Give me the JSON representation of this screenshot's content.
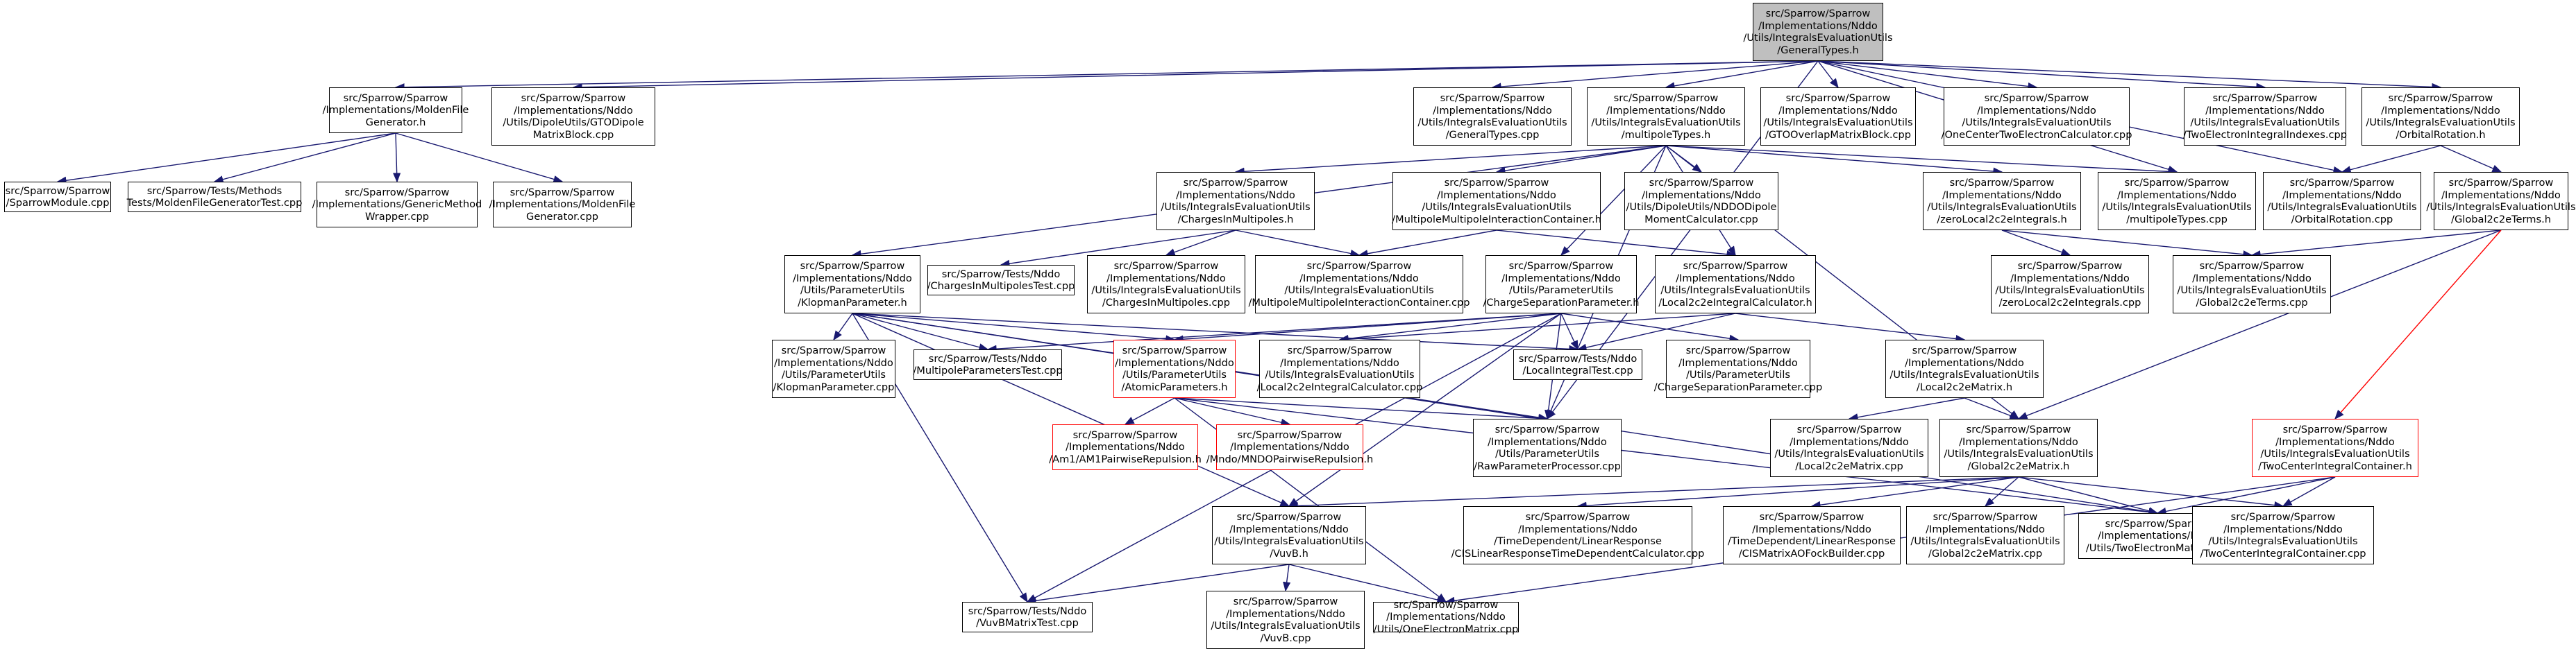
{
  "colors": {
    "node_border": "#000000",
    "red_border": "#ff0000",
    "root_fill": "#bfbfbf",
    "edge": "#191970",
    "background": "#ffffff"
  },
  "nodes": [
    {
      "id": "root",
      "label": "src/Sparrow/Sparrow\n/Implementations/Nddo\n/Utils/IntegralsEvaluationUtils\n/GeneralTypes.h",
      "style": "root"
    },
    {
      "id": "molden_h",
      "label": "src/Sparrow/Sparrow\n/Implementations/MoldenFile\nGenerator.h"
    },
    {
      "id": "sparrowmodule",
      "label": "src/Sparrow/Sparrow\n/SparrowModule.cpp"
    },
    {
      "id": "moldentest",
      "label": "src/Sparrow/Tests/Methods\nTests/MoldenFileGeneratorTest.cpp"
    },
    {
      "id": "genericwrapper",
      "label": "src/Sparrow/Sparrow\n/Implementations/GenericMethod\nWrapper.cpp"
    },
    {
      "id": "molden_cpp",
      "label": "src/Sparrow/Sparrow\n/Implementations/MoldenFile\nGenerator.cpp"
    },
    {
      "id": "gtodipole",
      "label": "src/Sparrow/Sparrow\n/Implementations/Nddo\n/Utils/DipoleUtils/GTODipole\nMatrixBlock.cpp"
    },
    {
      "id": "generaltypes_cpp",
      "label": "src/Sparrow/Sparrow\n/Implementations/Nddo\n/Utils/IntegralsEvaluationUtils\n/GeneralTypes.cpp"
    },
    {
      "id": "multipoletypes_h",
      "label": "src/Sparrow/Sparrow\n/Implementations/Nddo\n/Utils/IntegralsEvaluationUtils\n/multipoleTypes.h"
    },
    {
      "id": "gtooverlap",
      "label": "src/Sparrow/Sparrow\n/Implementations/Nddo\n/Utils/IntegralsEvaluationUtils\n/GTOOverlapMatrixBlock.cpp"
    },
    {
      "id": "onecentertwo",
      "label": "src/Sparrow/Sparrow\n/Implementations/Nddo\n/Utils/IntegralsEvaluationUtils\n/OneCenterTwoElectronCalculator.cpp"
    },
    {
      "id": "twoelecindexes",
      "label": "src/Sparrow/Sparrow\n/Implementations/Nddo\n/Utils/IntegralsEvaluationUtils\n/TwoElectronIntegralIndexes.cpp"
    },
    {
      "id": "orbitalrot_h",
      "label": "src/Sparrow/Sparrow\n/Implementations/Nddo\n/Utils/IntegralsEvaluationUtils\n/OrbitalRotation.h"
    },
    {
      "id": "chargesinmult_h",
      "label": "src/Sparrow/Sparrow\n/Implementations/Nddo\n/Utils/IntegralsEvaluationUtils\n/ChargesInMultipoles.h"
    },
    {
      "id": "multmultint_h",
      "label": "src/Sparrow/Sparrow\n/Implementations/Nddo\n/Utils/IntegralsEvaluationUtils\n/MultipoleMultipoleInteractionContainer.h"
    },
    {
      "id": "nddodipole",
      "label": "src/Sparrow/Sparrow\n/Implementations/Nddo\n/Utils/DipoleUtils/NDDODipole\nMomentCalculator.cpp"
    },
    {
      "id": "zerolocal_h",
      "label": "src/Sparrow/Sparrow\n/Implementations/Nddo\n/Utils/IntegralsEvaluationUtils\n/zeroLocal2c2eIntegrals.h"
    },
    {
      "id": "multipoletypes_cpp",
      "label": "src/Sparrow/Sparrow\n/Implementations/Nddo\n/Utils/IntegralsEvaluationUtils\n/multipoleTypes.cpp"
    },
    {
      "id": "orbitalrot_cpp",
      "label": "src/Sparrow/Sparrow\n/Implementations/Nddo\n/Utils/IntegralsEvaluationUtils\n/OrbitalRotation.cpp"
    },
    {
      "id": "global2c2eterms_h",
      "label": "src/Sparrow/Sparrow\n/Implementations/Nddo\n/Utils/IntegralsEvaluationUtils\n/Global2c2eTerms.h"
    },
    {
      "id": "klopman_h",
      "label": "src/Sparrow/Sparrow\n/Implementations/Nddo\n/Utils/ParameterUtils\n/KlopmanParameter.h"
    },
    {
      "id": "chargesinmulttest",
      "label": "src/Sparrow/Tests/Nddo\n/ChargesInMultipolesTest.cpp"
    },
    {
      "id": "chargesinmult_cpp",
      "label": "src/Sparrow/Sparrow\n/Implementations/Nddo\n/Utils/IntegralsEvaluationUtils\n/ChargesInMultipoles.cpp"
    },
    {
      "id": "multmultint_cpp",
      "label": "src/Sparrow/Sparrow\n/Implementations/Nddo\n/Utils/IntegralsEvaluationUtils\n/MultipoleMultipoleInteractionContainer.cpp"
    },
    {
      "id": "chargesep_h",
      "label": "src/Sparrow/Sparrow\n/Implementations/Nddo\n/Utils/ParameterUtils\n/ChargeSeparationParameter.h"
    },
    {
      "id": "local2c2eintcalc_h",
      "label": "src/Sparrow/Sparrow\n/Implementations/Nddo\n/Utils/IntegralsEvaluationUtils\n/Local2c2eIntegralCalculator.h"
    },
    {
      "id": "zerolocal_cpp",
      "label": "src/Sparrow/Sparrow\n/Implementations/Nddo\n/Utils/IntegralsEvaluationUtils\n/zeroLocal2c2eIntegrals.cpp"
    },
    {
      "id": "global2c2eterms_cpp",
      "label": "src/Sparrow/Sparrow\n/Implementations/Nddo\n/Utils/IntegralsEvaluationUtils\n/Global2c2eTerms.cpp"
    },
    {
      "id": "klopman_cpp",
      "label": "src/Sparrow/Sparrow\n/Implementations/Nddo\n/Utils/ParameterUtils\n/KlopmanParameter.cpp"
    },
    {
      "id": "multparamtest",
      "label": "src/Sparrow/Tests/Nddo\n/MultipoleParametersTest.cpp"
    },
    {
      "id": "atomicparams_h",
      "label": "src/Sparrow/Sparrow\n/Implementations/Nddo\n/Utils/ParameterUtils\n/AtomicParameters.h",
      "style": "red"
    },
    {
      "id": "local2c2eintcalc_cpp",
      "label": "src/Sparrow/Sparrow\n/Implementations/Nddo\n/Utils/IntegralsEvaluationUtils\n/Local2c2eIntegralCalculator.cpp"
    },
    {
      "id": "localinttest",
      "label": "src/Sparrow/Tests/Nddo\n/LocalIntegralTest.cpp"
    },
    {
      "id": "chargesep_cpp",
      "label": "src/Sparrow/Sparrow\n/Implementations/Nddo\n/Utils/ParameterUtils\n/ChargeSeparationParameter.cpp"
    },
    {
      "id": "local2c2ematrix_h",
      "label": "src/Sparrow/Sparrow\n/Implementations/Nddo\n/Utils/IntegralsEvaluationUtils\n/Local2c2eMatrix.h"
    },
    {
      "id": "am1pair",
      "label": "src/Sparrow/Sparrow\n/Implementations/Nddo\n/Am1/AM1PairwiseRepulsion.h",
      "style": "red"
    },
    {
      "id": "mndopair",
      "label": "src/Sparrow/Sparrow\n/Implementations/Nddo\n/Mndo/MNDOPairwiseRepulsion.h",
      "style": "red"
    },
    {
      "id": "rawparam",
      "label": "src/Sparrow/Sparrow\n/Implementations/Nddo\n/Utils/ParameterUtils\n/RawParameterProcessor.cpp"
    },
    {
      "id": "local2c2ematrix_cpp",
      "label": "src/Sparrow/Sparrow\n/Implementations/Nddo\n/Utils/IntegralsEvaluationUtils\n/Local2c2eMatrix.cpp"
    },
    {
      "id": "global2c2ematrix_h",
      "label": "src/Sparrow/Sparrow\n/Implementations/Nddo\n/Utils/IntegralsEvaluationUtils\n/Global2c2eMatrix.h"
    },
    {
      "id": "twocentercont_h",
      "label": "src/Sparrow/Sparrow\n/Implementations/Nddo\n/Utils/IntegralsEvaluationUtils\n/TwoCenterIntegralContainer.h",
      "style": "red"
    },
    {
      "id": "vuvb_h",
      "label": "src/Sparrow/Sparrow\n/Implementations/Nddo\n/Utils/IntegralsEvaluationUtils\n/VuvB.h"
    },
    {
      "id": "cislinear",
      "label": "src/Sparrow/Sparrow\n/Implementations/Nddo\n/TimeDependent/LinearResponse\n/CISLinearResponseTimeDependentCalculator.cpp"
    },
    {
      "id": "cismatrixao",
      "label": "src/Sparrow/Sparrow\n/Implementations/Nddo\n/TimeDependent/LinearResponse\n/CISMatrixAOFockBuilder.cpp"
    },
    {
      "id": "global2c2ematrix_cpp",
      "label": "src/Sparrow/Sparrow\n/Implementations/Nddo\n/Utils/IntegralsEvaluationUtils\n/Global2c2eMatrix.cpp"
    },
    {
      "id": "twoelecmatrix",
      "label": "src/Sparrow/Sparrow\n/Implementations/Nddo\n/Utils/TwoElectronMatrix.cpp"
    },
    {
      "id": "twocentercont_cpp",
      "label": "src/Sparrow/Sparrow\n/Implementations/Nddo\n/Utils/IntegralsEvaluationUtils\n/TwoCenterIntegralContainer.cpp"
    },
    {
      "id": "vuvbtest",
      "label": "src/Sparrow/Tests/Nddo\n/VuvBMatrixTest.cpp"
    },
    {
      "id": "vuvb_cpp",
      "label": "src/Sparrow/Sparrow\n/Implementations/Nddo\n/Utils/IntegralsEvaluationUtils\n/VuvB.cpp"
    },
    {
      "id": "oneelecmatrix",
      "label": "src/Sparrow/Sparrow\n/Implementations/Nddo\n/Utils/OneElectronMatrix.cpp"
    }
  ],
  "edges": [
    [
      "root",
      "molden_h"
    ],
    [
      "root",
      "gtodipole"
    ],
    [
      "root",
      "generaltypes_cpp"
    ],
    [
      "root",
      "multipoletypes_h"
    ],
    [
      "root",
      "gtooverlap"
    ],
    [
      "root",
      "onecentertwo"
    ],
    [
      "root",
      "twoelecindexes"
    ],
    [
      "root",
      "orbitalrot_h"
    ],
    [
      "root",
      "rawparam"
    ],
    [
      "root",
      "multipoletypes_cpp"
    ],
    [
      "root",
      "orbitalrot_cpp"
    ],
    [
      "molden_h",
      "sparrowmodule"
    ],
    [
      "molden_h",
      "moldentest"
    ],
    [
      "molden_h",
      "genericwrapper"
    ],
    [
      "molden_h",
      "molden_cpp"
    ],
    [
      "multipoletypes_h",
      "klopman_h"
    ],
    [
      "multipoletypes_h",
      "chargesinmult_h"
    ],
    [
      "multipoletypes_h",
      "multmultint_h"
    ],
    [
      "multipoletypes_h",
      "nddodipole"
    ],
    [
      "multipoletypes_h",
      "zerolocal_h"
    ],
    [
      "multipoletypes_h",
      "multipoletypes_cpp"
    ],
    [
      "multipoletypes_h",
      "chargesep_h"
    ],
    [
      "multipoletypes_h",
      "local2c2eintcalc_h"
    ],
    [
      "multipoletypes_h",
      "rawparam"
    ],
    [
      "multipoletypes_h",
      "global2c2ematrix_h"
    ],
    [
      "orbitalrot_h",
      "orbitalrot_cpp"
    ],
    [
      "orbitalrot_h",
      "global2c2eterms_h"
    ],
    [
      "global2c2eterms_h",
      "global2c2eterms_cpp"
    ],
    [
      "global2c2eterms_h",
      "global2c2ematrix_h"
    ],
    [
      "global2c2eterms_h",
      "twocentercont_h"
    ],
    [
      "zerolocal_h",
      "zerolocal_cpp"
    ],
    [
      "zerolocal_h",
      "global2c2eterms_cpp"
    ],
    [
      "chargesinmult_h",
      "chargesinmulttest"
    ],
    [
      "chargesinmult_h",
      "chargesinmult_cpp"
    ],
    [
      "chargesinmult_h",
      "multmultint_cpp"
    ],
    [
      "multmultint_h",
      "multmultint_cpp"
    ],
    [
      "multmultint_h",
      "local2c2eintcalc_h"
    ],
    [
      "klopman_h",
      "klopman_cpp"
    ],
    [
      "klopman_h",
      "multparamtest"
    ],
    [
      "klopman_h",
      "atomicparams_h"
    ],
    [
      "klopman_h",
      "localinttest"
    ],
    [
      "klopman_h",
      "rawparam"
    ],
    [
      "klopman_h",
      "vuvb_h"
    ],
    [
      "klopman_h",
      "vuvbtest"
    ],
    [
      "klopman_h",
      "twoelecmatrix"
    ],
    [
      "chargesep_h",
      "chargesep_cpp"
    ],
    [
      "chargesep_h",
      "localinttest"
    ],
    [
      "chargesep_h",
      "local2c2eintcalc_cpp"
    ],
    [
      "chargesep_h",
      "atomicparams_h"
    ],
    [
      "chargesep_h",
      "rawparam"
    ],
    [
      "chargesep_h",
      "vuvb_h"
    ],
    [
      "chargesep_h",
      "multparamtest"
    ],
    [
      "chargesep_h",
      "vuvbtest"
    ],
    [
      "local2c2eintcalc_h",
      "local2c2eintcalc_cpp"
    ],
    [
      "local2c2eintcalc_h",
      "localinttest"
    ],
    [
      "local2c2eintcalc_h",
      "local2c2ematrix_h"
    ],
    [
      "local2c2ematrix_h",
      "local2c2ematrix_cpp"
    ],
    [
      "local2c2ematrix_h",
      "global2c2ematrix_h"
    ],
    [
      "atomicparams_h",
      "am1pair"
    ],
    [
      "atomicparams_h",
      "mndopair"
    ],
    [
      "atomicparams_h",
      "rawparam"
    ],
    [
      "atomicparams_h",
      "oneelecmatrix"
    ],
    [
      "atomicparams_h",
      "twoelecmatrix"
    ],
    [
      "global2c2ematrix_h",
      "vuvb_h"
    ],
    [
      "global2c2ematrix_h",
      "cislinear"
    ],
    [
      "global2c2ematrix_h",
      "cismatrixao"
    ],
    [
      "global2c2ematrix_h",
      "global2c2ematrix_cpp"
    ],
    [
      "global2c2ematrix_h",
      "twoelecmatrix"
    ],
    [
      "global2c2ematrix_h",
      "twocentercont_cpp"
    ],
    [
      "twocentercont_h",
      "twoelecmatrix"
    ],
    [
      "twocentercont_h",
      "twocentercont_cpp"
    ],
    [
      "twocentercont_h",
      "oneelecmatrix"
    ],
    [
      "vuvb_h",
      "vuvbtest"
    ],
    [
      "vuvb_h",
      "vuvb_cpp"
    ],
    [
      "vuvb_h",
      "oneelecmatrix"
    ]
  ]
}
